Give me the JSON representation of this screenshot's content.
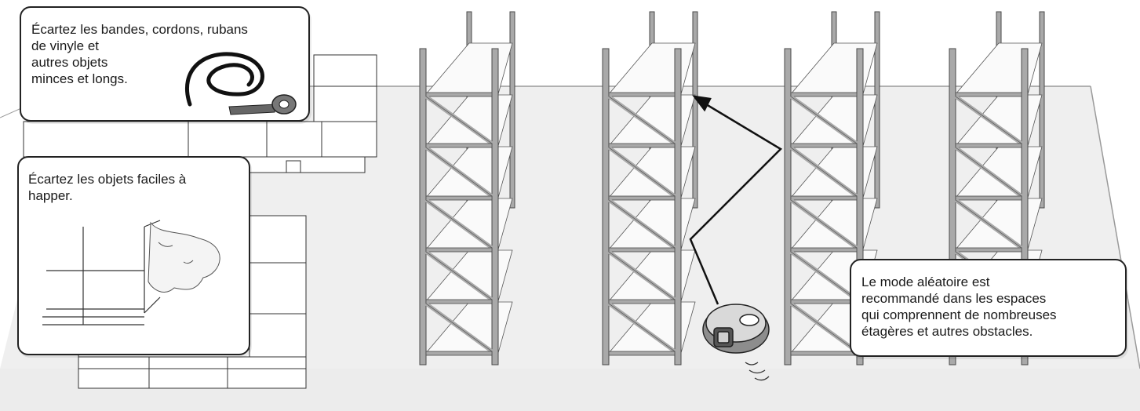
{
  "callouts": {
    "cords": {
      "text": "Écartez les bandes, cordons, rubans\nde vinyle et\nautres objets\nminces et longs.",
      "illustration": "coiled-cord-and-tape-icon"
    },
    "snag": {
      "text": "Écartez les objets faciles à\nhapper.",
      "illustration": "plastic-sheet-on-pallet-icon"
    },
    "random_mode": {
      "text": "Le mode aléatoire est\nrecommandé dans les espaces\nqui comprennent de nombreuses\nétagères et autres obstacles."
    }
  },
  "scene": {
    "floor_color": "#efefef",
    "rack_color": "#a9a9a9",
    "rack_stroke": "#4a4a4a",
    "rack_count": 4,
    "robot": "robot-vacuum-icon",
    "path": "zigzag-path-arrow"
  }
}
